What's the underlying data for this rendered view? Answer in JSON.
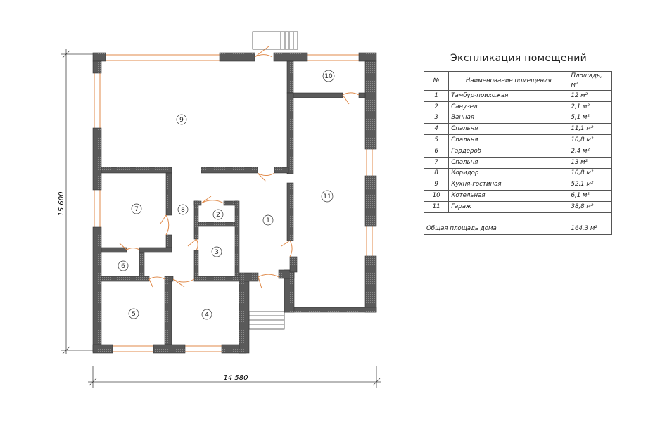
{
  "dimensions": {
    "width_label": "14 580",
    "height_label": "15 600"
  },
  "table": {
    "title": "Экспликация помещений",
    "headers": {
      "num": "№",
      "name": "Наименование помещения",
      "area": "Площадь, м²"
    },
    "rows": [
      {
        "num": "1",
        "name": "Тамбур-прихожая",
        "area": "12 м²"
      },
      {
        "num": "2",
        "name": "Санузел",
        "area": "2,1 м²"
      },
      {
        "num": "3",
        "name": "Ванная",
        "area": "5,1 м²"
      },
      {
        "num": "4",
        "name": "Спальня",
        "area": "11,1 м²"
      },
      {
        "num": "5",
        "name": "Спальня",
        "area": "10,8 м²"
      },
      {
        "num": "6",
        "name": "Гардероб",
        "area": "2,4 м²"
      },
      {
        "num": "7",
        "name": "Спальня",
        "area": "13 м²"
      },
      {
        "num": "8",
        "name": "Коридор",
        "area": "10,8 м²"
      },
      {
        "num": "9",
        "name": "Кухня-гостиная",
        "area": "52,1 м²"
      },
      {
        "num": "10",
        "name": "Котельная",
        "area": "6,1 м²"
      },
      {
        "num": "11",
        "name": "Гараж",
        "area": "38,8 м²"
      }
    ],
    "total_label": "Общая площадь дома",
    "total_value": "164,3 м²"
  },
  "room_markers": [
    "1",
    "2",
    "3",
    "4",
    "5",
    "6",
    "7",
    "8",
    "9",
    "10",
    "11"
  ],
  "colors": {
    "wall": "#555555",
    "window": "#e08a4a",
    "door": "#e08a4a",
    "line": "#333333"
  }
}
